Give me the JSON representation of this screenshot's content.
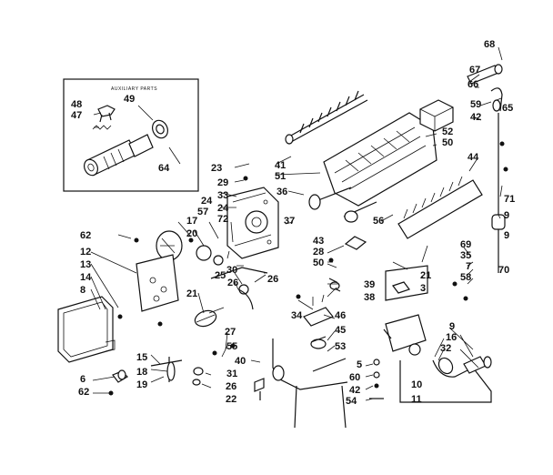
{
  "inset": {
    "title": "AUXILIARY PARTS",
    "labels": [
      "48",
      "47",
      "49",
      "64"
    ]
  },
  "part_numbers": [
    "68",
    "67",
    "66",
    "65",
    "59",
    "42",
    "52",
    "50",
    "41",
    "51",
    "44",
    "23",
    "29",
    "33",
    "36",
    "9",
    "71",
    "9",
    "24",
    "57",
    "72",
    "24",
    "17",
    "20",
    "37",
    "56",
    "62",
    "28",
    "43",
    "12",
    "13",
    "14",
    "8",
    "50",
    "39",
    "38",
    "25",
    "30",
    "26",
    "21",
    "26",
    "69",
    "35",
    "7",
    "58",
    "70",
    "21",
    "3",
    "34",
    "46",
    "45",
    "53",
    "27",
    "55",
    "40",
    "31",
    "26",
    "22",
    "15",
    "18",
    "19",
    "6",
    "62",
    "5",
    "60",
    "42",
    "54",
    "10",
    "11",
    "9",
    "16",
    "32"
  ]
}
